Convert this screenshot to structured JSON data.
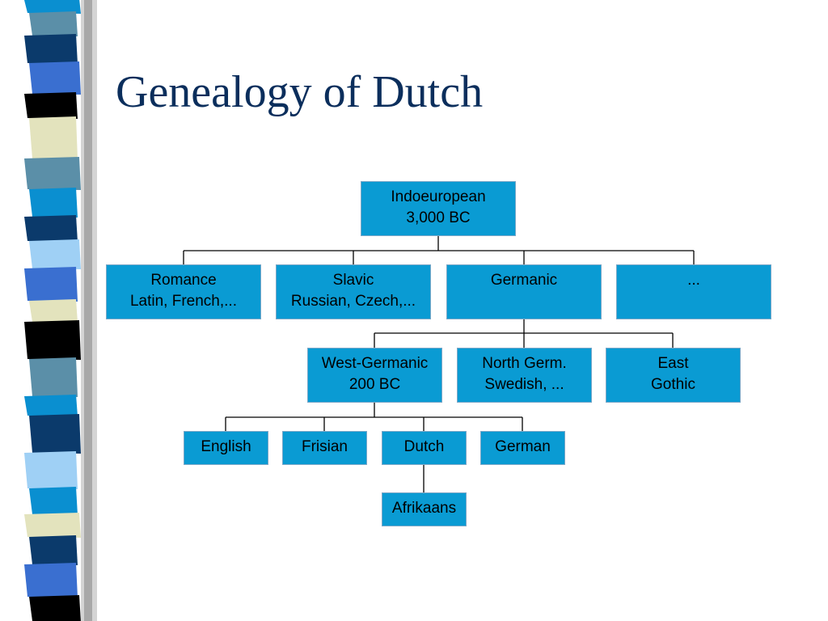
{
  "slide": {
    "title": "Genealogy of Dutch"
  },
  "tree": {
    "root": {
      "line1": "Indoeuropean",
      "line2": "3,000 BC"
    },
    "branches": [
      {
        "line1": "Romance",
        "line2": "Latin, French,..."
      },
      {
        "line1": "Slavic",
        "line2": "Russian, Czech,..."
      },
      {
        "line1": "Germanic",
        "line2": ""
      },
      {
        "line1": "...",
        "line2": ""
      }
    ],
    "germanic": [
      {
        "line1": "West-Germanic",
        "line2": "200 BC"
      },
      {
        "line1": "North Germ.",
        "line2": "Swedish, ..."
      },
      {
        "line1": "East",
        "line2": "Gothic"
      }
    ],
    "west": [
      {
        "line1": "English"
      },
      {
        "line1": "Frisian"
      },
      {
        "line1": "Dutch"
      },
      {
        "line1": "German"
      }
    ],
    "dutch_child": {
      "line1": "Afrikaans"
    }
  },
  "colors": {
    "node_fill": "#0a9bd3",
    "title_color": "#0b2e5c"
  }
}
